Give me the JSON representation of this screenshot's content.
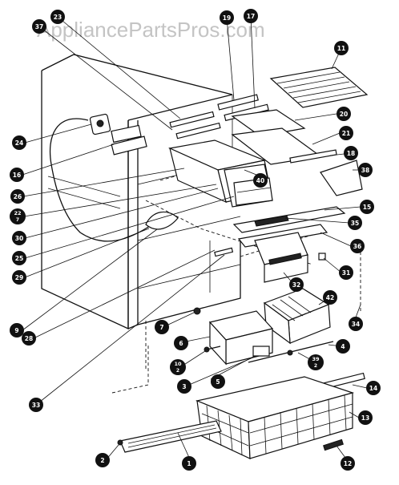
{
  "watermark": "AppliancePartsPros.com",
  "callouts": [
    {
      "id": "c23",
      "label": "23"
    },
    {
      "id": "c37",
      "label": "37"
    },
    {
      "id": "c19",
      "label": "19"
    },
    {
      "id": "c17",
      "label": "17"
    },
    {
      "id": "c11",
      "label": "11"
    },
    {
      "id": "c20",
      "label": "20"
    },
    {
      "id": "c21",
      "label": "21"
    },
    {
      "id": "c18",
      "label": "18"
    },
    {
      "id": "c38a",
      "label": "38"
    },
    {
      "id": "c24",
      "label": "24"
    },
    {
      "id": "c16",
      "label": "16"
    },
    {
      "id": "c40",
      "label": "40"
    },
    {
      "id": "c26",
      "label": "26"
    },
    {
      "id": "c22",
      "label": "22",
      "sub": "7"
    },
    {
      "id": "c15",
      "label": "15"
    },
    {
      "id": "c35",
      "label": "35"
    },
    {
      "id": "c30",
      "label": "30"
    },
    {
      "id": "c36",
      "label": "36"
    },
    {
      "id": "c25",
      "label": "25"
    },
    {
      "id": "c29",
      "label": "29"
    },
    {
      "id": "c31",
      "label": "31"
    },
    {
      "id": "c32",
      "label": "32"
    },
    {
      "id": "c9",
      "label": "9"
    },
    {
      "id": "c42",
      "label": "42"
    },
    {
      "id": "c34",
      "label": "34"
    },
    {
      "id": "c7",
      "label": "7"
    },
    {
      "id": "c28",
      "label": "28"
    },
    {
      "id": "c6",
      "label": "6"
    },
    {
      "id": "c39",
      "label": "39",
      "sub": "2"
    },
    {
      "id": "c4",
      "label": "4"
    },
    {
      "id": "c10",
      "label": "10",
      "sub": "2"
    },
    {
      "id": "c5",
      "label": "5"
    },
    {
      "id": "c3",
      "label": "3"
    },
    {
      "id": "c14",
      "label": "14"
    },
    {
      "id": "c33",
      "label": "33"
    },
    {
      "id": "c13",
      "label": "13"
    },
    {
      "id": "c2",
      "label": "2"
    },
    {
      "id": "c1",
      "label": "1"
    },
    {
      "id": "c12",
      "label": "12"
    }
  ]
}
